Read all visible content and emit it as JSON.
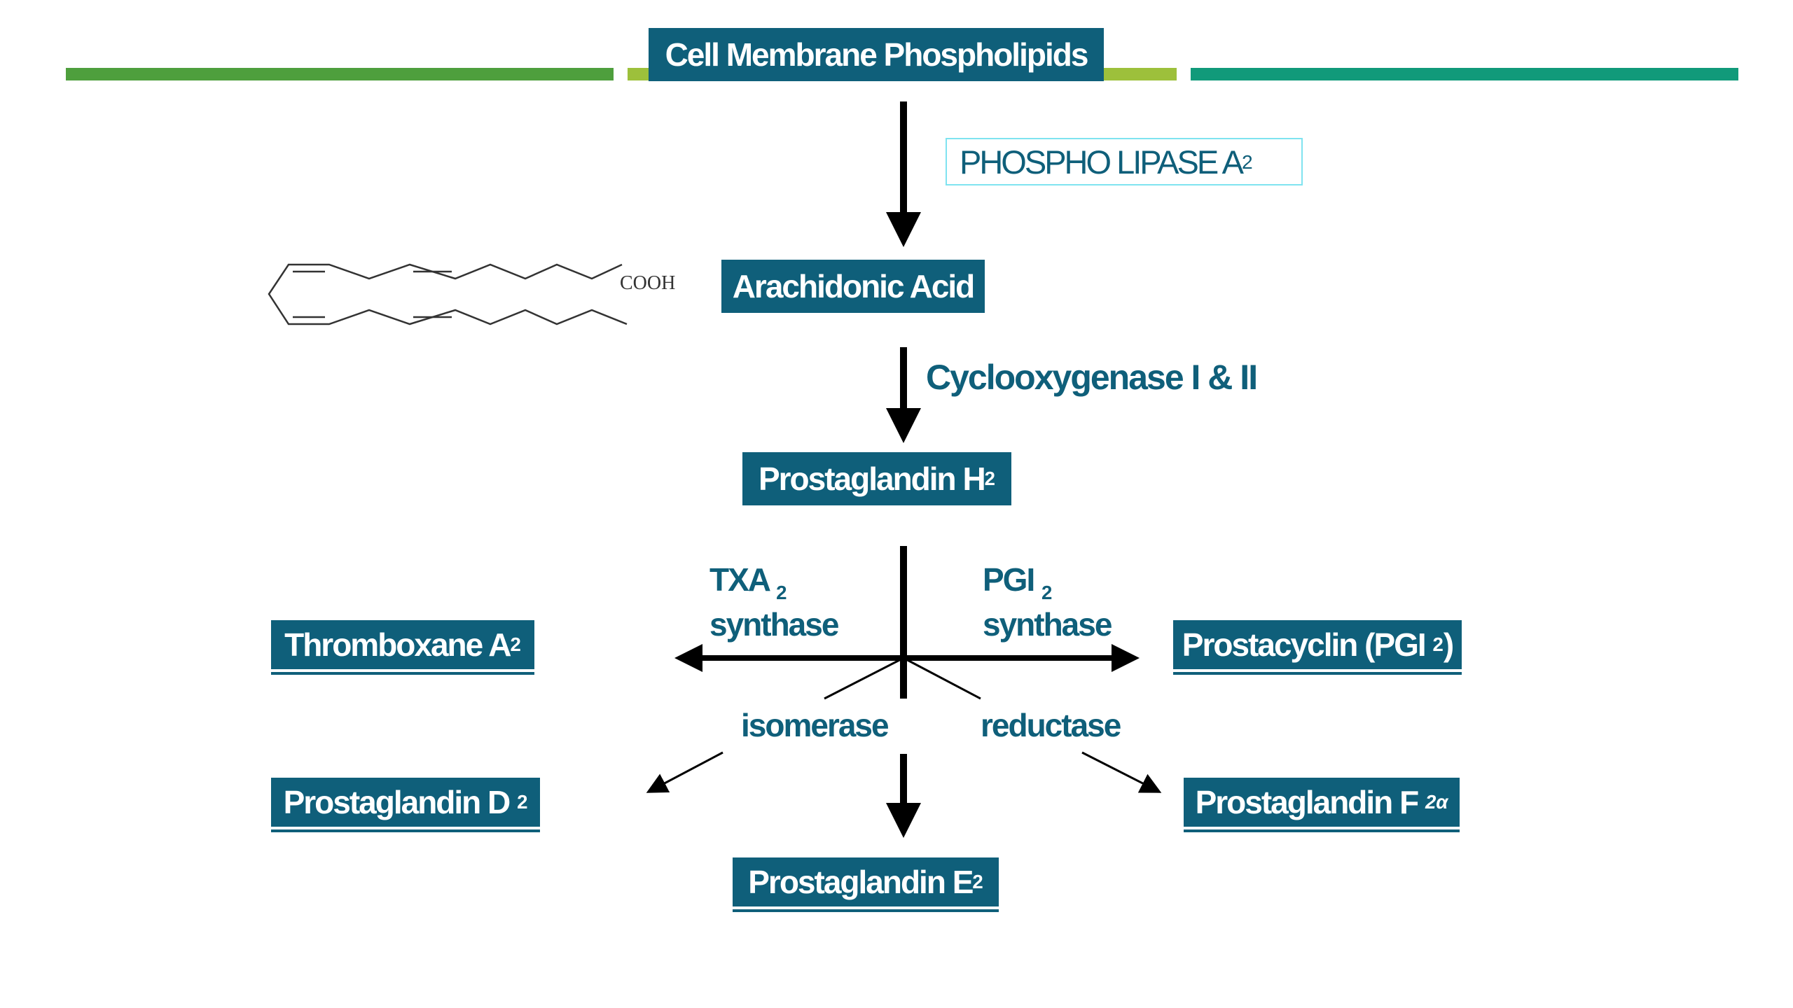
{
  "nodes": {
    "phospholipids": "Cell Membrane Phospholipids",
    "arachidonic": "Arachidonic Acid",
    "pgh2": "Prostaglandin H",
    "pgh2_sub": "2",
    "thromboxane": "Thromboxane A",
    "thromboxane_sub": "2",
    "prostacyclin": "Prostacyclin (PGI",
    "prostacyclin_sub": "2",
    "prostacyclin_close": ")",
    "pgd2": "Prostaglandin D",
    "pgd2_sub": "2",
    "pgf2a": "Prostaglandin F",
    "pgf2a_sub": "2α",
    "pge2": "Prostaglandin E",
    "pge2_sub": "2"
  },
  "enzymes": {
    "phospholipase": "PHOSPHO LIPASE A",
    "phospholipase_sub": "2",
    "cyclooxygenase": "Cyclooxygenase I & II",
    "txa_line1": "TXA",
    "txa_sub": "2",
    "txa_line2": "synthase",
    "pgi_line1": "PGI",
    "pgi_sub": "2",
    "pgi_line2": "synthase",
    "isomerase": "isomerase",
    "reductase": "reductase"
  },
  "structure": {
    "cooh_label": "COOH"
  },
  "colors": {
    "box": "#0f5f7a",
    "label": "#0f5f7a",
    "bar_left": "#4e9f3d",
    "bar_mid": "#9dc03b",
    "bar_right": "#119a7a",
    "enzyme_border": "#7fe3f0"
  }
}
